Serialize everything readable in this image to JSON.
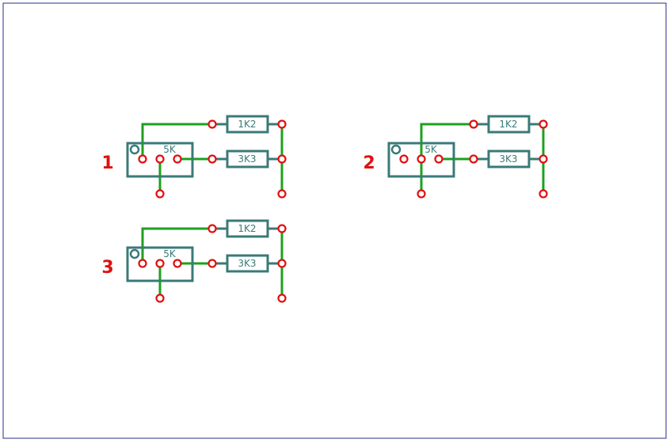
{
  "colors": {
    "frame": "#2b2b8a",
    "trace": "#1ea01e",
    "pad": "#e01010",
    "component": "#3a7a78",
    "circuit_label": "#e01010",
    "background": "#ffffff"
  },
  "circuits": [
    {
      "number": "1",
      "pot_label": "5K",
      "resistor_top_label": "1K2",
      "resistor_mid_label": "3K3",
      "wiper_connects_to": "left",
      "output_pad": "wiper"
    },
    {
      "number": "2",
      "pot_label": "5K",
      "resistor_top_label": "1K2",
      "resistor_mid_label": "3K3",
      "wiper_connects_to": "wiper",
      "output_pad": "wiper"
    },
    {
      "number": "3",
      "pot_label": "5K",
      "resistor_top_label": "1K2",
      "resistor_mid_label": "3K3",
      "wiper_connects_to": "left",
      "output_pad": "wiper"
    }
  ]
}
